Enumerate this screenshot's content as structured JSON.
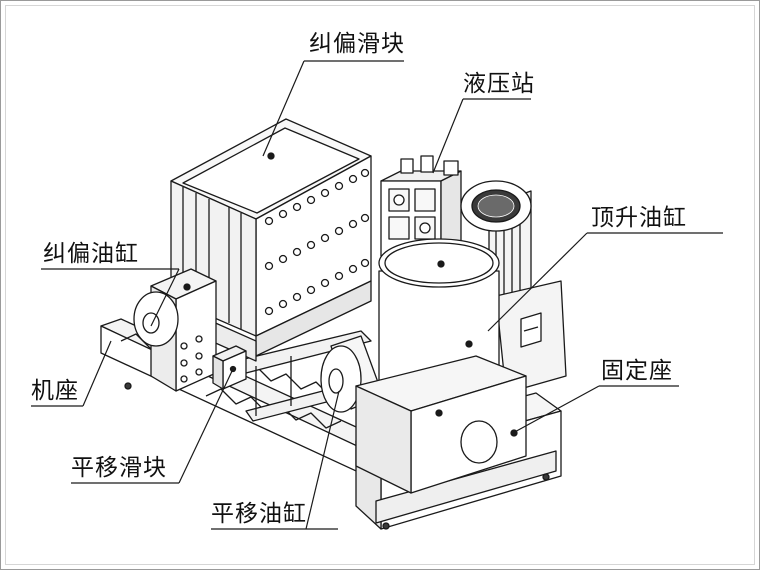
{
  "labels": {
    "deviation_slider": "纠偏滑块",
    "hydraulic_station": "液压站",
    "lift_cylinder": "顶升油缸",
    "deviation_cylinder": "纠偏油缸",
    "base": "机座",
    "fixed_seat": "固定座",
    "translation_slider": "平移滑块",
    "translation_cylinder": "平移油缸"
  },
  "colors": {
    "line": "#1a1a1a",
    "fill": "#ffffff",
    "shade": "#e8e8e8",
    "dark": "#3a3a3a"
  }
}
